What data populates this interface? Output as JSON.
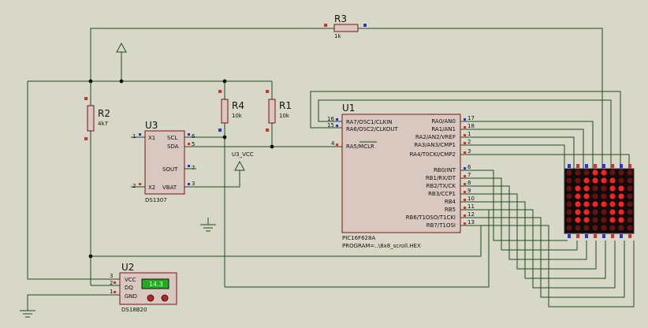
{
  "components": {
    "r3": {
      "ref": "R3",
      "value": "1k"
    },
    "r2": {
      "ref": "R2",
      "value": "4k7"
    },
    "r4": {
      "ref": "R4",
      "value": "10k"
    },
    "r1": {
      "ref": "R1",
      "value": "10k"
    },
    "u3": {
      "ref": "U3",
      "part": "DS1307",
      "pins": [
        {
          "name": "X1",
          "num": "1"
        },
        {
          "name": "X2",
          "num": "2"
        },
        {
          "name": "SCL",
          "num": "6"
        },
        {
          "name": "SDA",
          "num": "5"
        },
        {
          "name": "SOUT",
          "num": "7"
        },
        {
          "name": "VBAT",
          "num": "3"
        }
      ]
    },
    "u3_vcc": {
      "label": "U3_VCC"
    },
    "u1": {
      "ref": "U1",
      "part": "PIC16F628A",
      "program": "PROGRAM=..\\8x8_scroll.HEX",
      "left_pins": [
        {
          "name": "RA7/OSC1/CLKIN",
          "num": "16"
        },
        {
          "name": "RA6/OSC2/CLKOUT",
          "num": "15"
        },
        {
          "name": "RA5/MCLR",
          "num": "4"
        }
      ],
      "right_pins": [
        {
          "name": "RA0/AN0",
          "num": "17"
        },
        {
          "name": "RA1/AN1",
          "num": "18"
        },
        {
          "name": "RA2/AN2/VREF",
          "num": "1"
        },
        {
          "name": "RA3/AN3/CMP1",
          "num": "2"
        },
        {
          "name": "RA4/T0CKI/CMP2",
          "num": "3"
        },
        {
          "name": "RB0/INT",
          "num": "6"
        },
        {
          "name": "RB1/RX/DT",
          "num": "7"
        },
        {
          "name": "RB2/TX/CK",
          "num": "8"
        },
        {
          "name": "RB3/CCP1",
          "num": "9"
        },
        {
          "name": "RB4",
          "num": "10"
        },
        {
          "name": "RB5",
          "num": "11"
        },
        {
          "name": "RB6/T1OSO/T1CKI",
          "num": "12"
        },
        {
          "name": "RB7/T1OSI",
          "num": "13"
        }
      ]
    },
    "u2": {
      "ref": "U2",
      "part": "DS18B20",
      "display": "14.3",
      "pins": [
        {
          "name": "VCC",
          "num": "3"
        },
        {
          "name": "DQ",
          "num": "2"
        },
        {
          "name": "GND",
          "num": "1"
        }
      ]
    },
    "led_matrix": {
      "rows": 8,
      "cols": 8,
      "lit_color": "#ff2020",
      "dim_color": "#6a1010",
      "lit": [
        [
          0,
          0,
          0,
          1,
          1,
          0,
          0,
          0
        ],
        [
          0,
          0,
          1,
          1,
          1,
          1,
          0,
          0
        ],
        [
          0,
          1,
          1,
          0,
          0,
          1,
          1,
          0
        ],
        [
          0,
          1,
          1,
          0,
          0,
          1,
          1,
          0
        ],
        [
          0,
          1,
          1,
          1,
          1,
          1,
          1,
          0
        ],
        [
          0,
          1,
          1,
          0,
          0,
          1,
          1,
          0
        ],
        [
          0,
          1,
          1,
          0,
          0,
          1,
          1,
          0
        ],
        [
          0,
          0,
          0,
          0,
          0,
          0,
          0,
          0
        ]
      ]
    }
  },
  "colors": {
    "background": "#d8d8c8",
    "wire": "#1d4d1d",
    "body": "#d8c8c0",
    "outline": "#7a1212",
    "pin_red": "#d83030",
    "pin_blue": "#3030d8"
  }
}
